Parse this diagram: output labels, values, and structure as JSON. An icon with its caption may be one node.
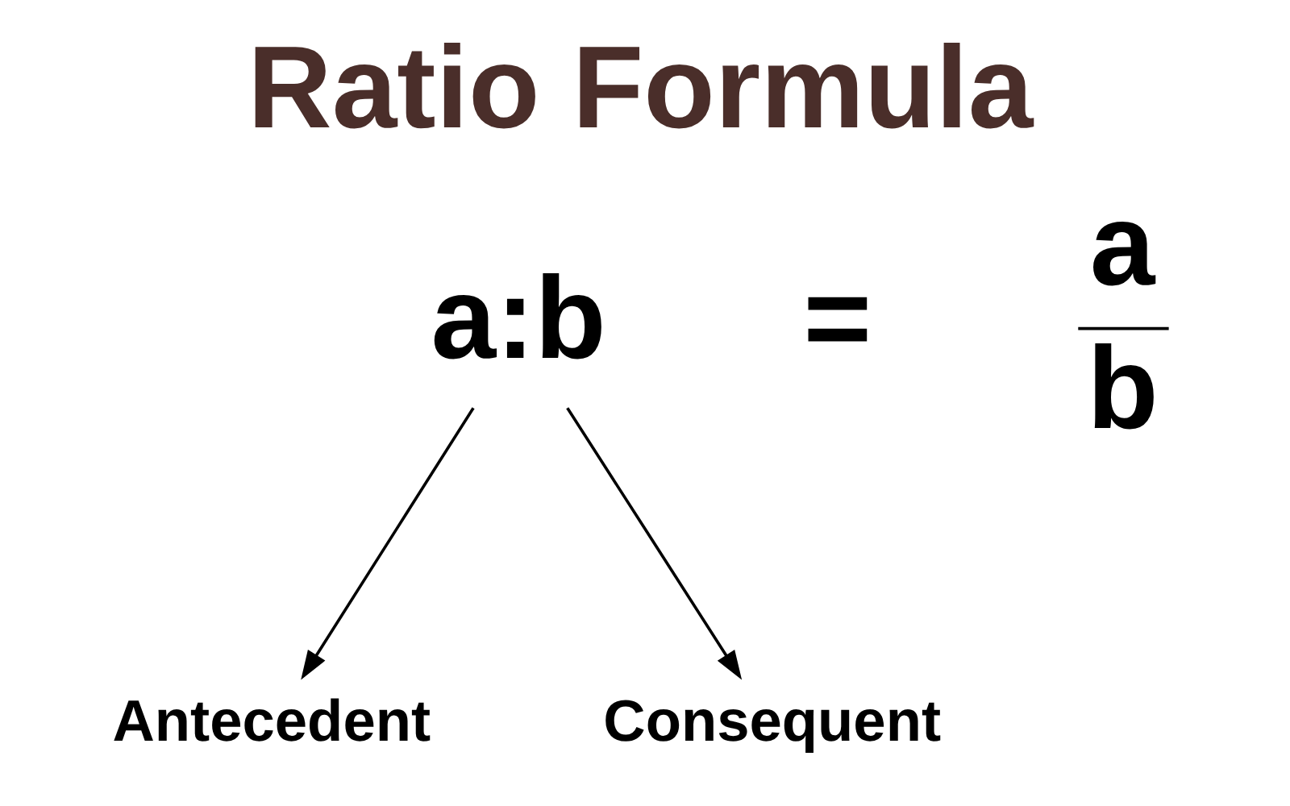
{
  "diagram": {
    "title": "Ratio Formula",
    "nodes": [
      {
        "text": [
          "a:b"
        ]
      },
      {
        "text": [
          "Antecedent"
        ]
      },
      {
        "text": [
          "Consequent"
        ]
      }
    ],
    "edges": [
      {
        "from": 0,
        "to": 1,
        "arrow": "to"
      },
      {
        "from": 0,
        "to": 2,
        "arrow": "to"
      }
    ],
    "labels": [
      "=",
      "a",
      "b"
    ]
  }
}
